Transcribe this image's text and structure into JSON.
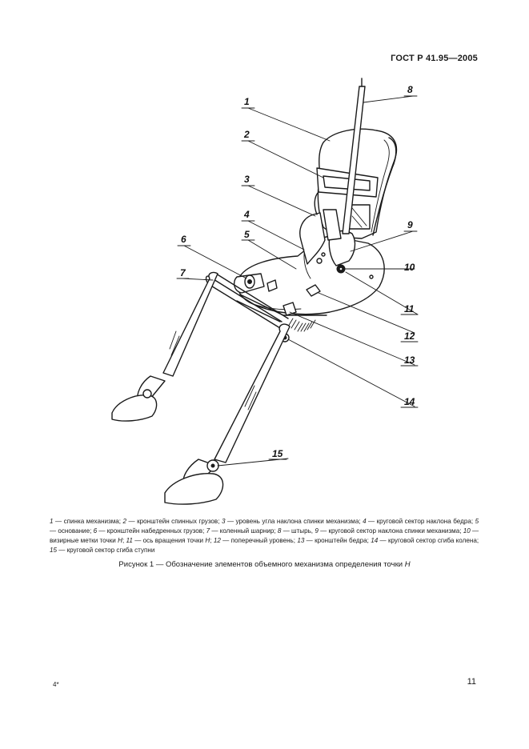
{
  "header": {
    "standard": "ГОСТ Р 41.95—2005"
  },
  "callouts": [
    {
      "label": "1"
    },
    {
      "label": "2"
    },
    {
      "label": "3"
    },
    {
      "label": "4"
    },
    {
      "label": "5"
    },
    {
      "label": "6"
    },
    {
      "label": "7"
    },
    {
      "label": "8"
    },
    {
      "label": "9"
    },
    {
      "label": "10"
    },
    {
      "label": "11"
    },
    {
      "label": "12"
    },
    {
      "label": "13"
    },
    {
      "label": "14"
    },
    {
      "label": "15"
    }
  ],
  "legend": [
    {
      "num": "1",
      "text": "спинка механизма"
    },
    {
      "num": "2",
      "text": "кронштейн спинных грузов"
    },
    {
      "num": "3",
      "text": "уровень угла наклона спинки механизма"
    },
    {
      "num": "4",
      "text": "круговой сектор наклона бедра"
    },
    {
      "num": "5",
      "text": "основание"
    },
    {
      "num": "6",
      "text": "кронштейн набедренных грузов"
    },
    {
      "num": "7",
      "text": "коленный шарнир"
    },
    {
      "num": "8",
      "text": "штырь"
    },
    {
      "num": "9",
      "text": "круговой сектор наклона спинки механизма"
    },
    {
      "num": "10",
      "text": "визирные метки точки",
      "point": "H"
    },
    {
      "num": "11",
      "text": "ось вращения точки",
      "point": "H"
    },
    {
      "num": "12",
      "text": "поперечный уровень"
    },
    {
      "num": "13",
      "text": "кронштейн бедра"
    },
    {
      "num": "14",
      "text": "круговой сектор сгиба колена"
    },
    {
      "num": "15",
      "text": "круговой сектор сгиба ступни"
    }
  ],
  "caption": {
    "text": "Рисунок 1 — Обозначение элементов объемного механизма определения точки",
    "point": "H"
  },
  "footer": {
    "left": "4*",
    "page": "11"
  }
}
